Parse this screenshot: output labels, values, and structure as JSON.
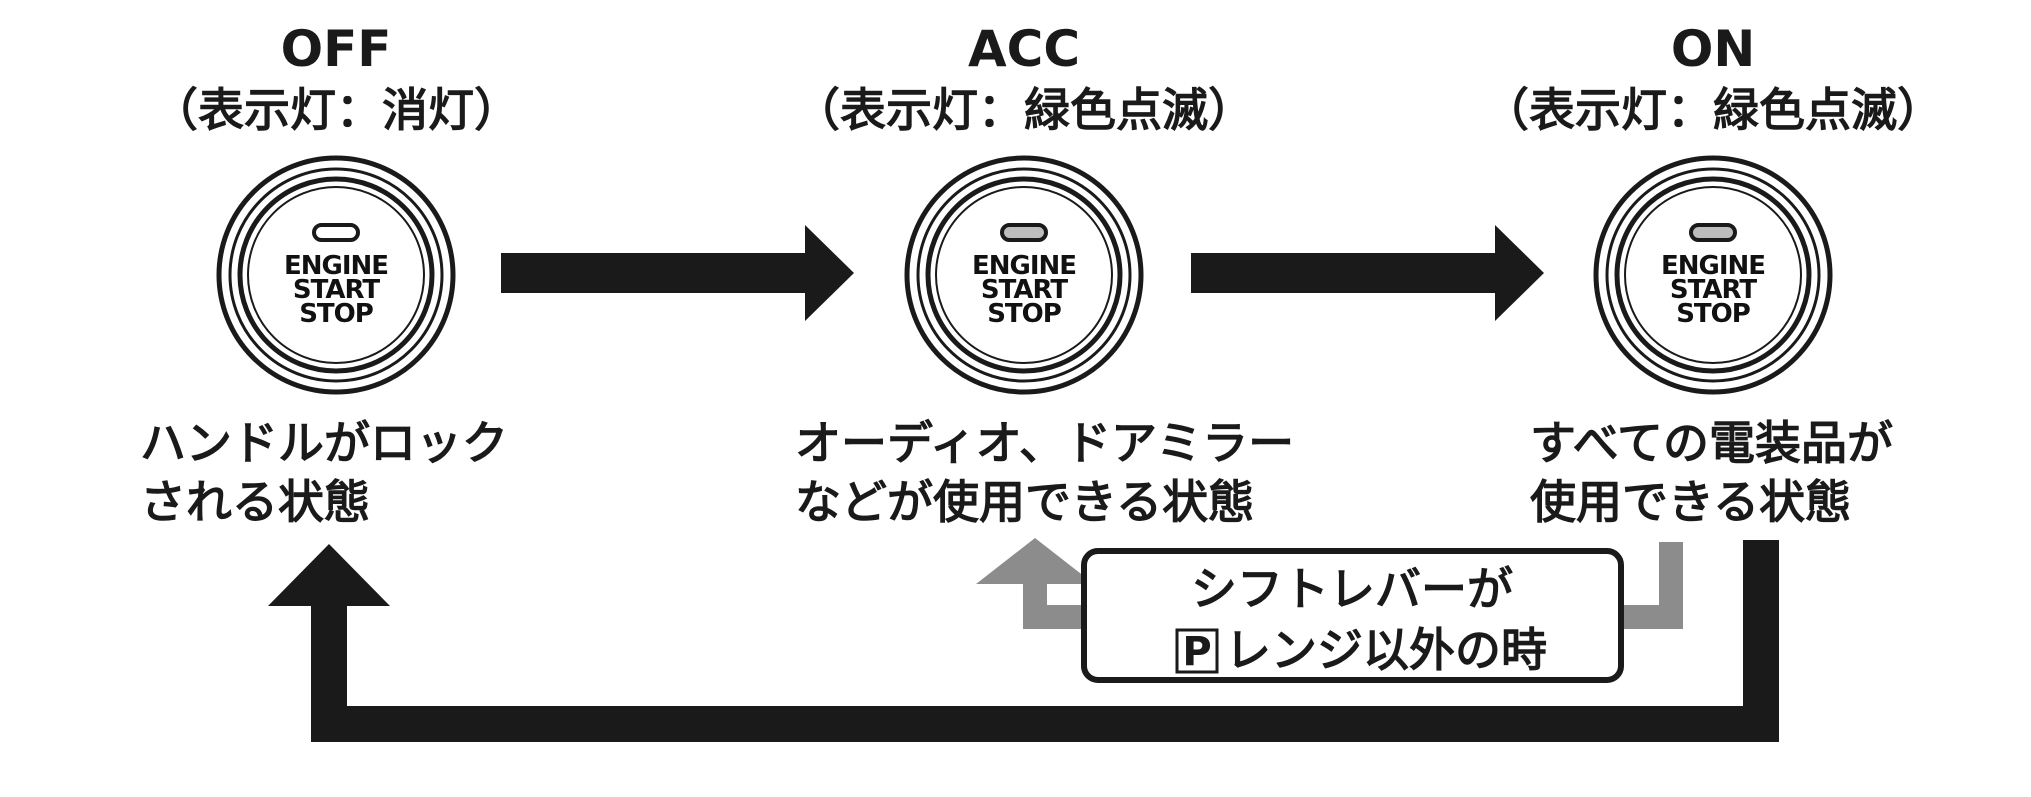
{
  "states": [
    {
      "title": "OFF",
      "indicator": "（表示灯：消灯）",
      "desc_line1": "ハンドルがロック",
      "desc_line2": "される状態",
      "lamp_color": "#ffffff"
    },
    {
      "title": "ACC",
      "indicator": "（表示灯：緑色点滅）",
      "desc_line1": "オーディオ、ドアミラー",
      "desc_line2": "などが使用できる状態",
      "lamp_color": "#bdbdbd"
    },
    {
      "title": "ON",
      "indicator": "（表示灯：緑色点滅）",
      "desc_line1": "すべての電装品が",
      "desc_line2": "使用できる状態",
      "lamp_color": "#bdbdbd"
    }
  ],
  "button_label": {
    "line1": "ENGINE",
    "line2": "START",
    "line3": "STOP"
  },
  "condition_box": {
    "line1": "シフトレバーが",
    "p_symbol": "P",
    "line2_rest": "レンジ以外の時"
  },
  "colors": {
    "arrow_dark": "#1a1a1a",
    "arrow_gray": "#8c8c8c",
    "lamp_lit": "#bdbdbd",
    "lamp_off": "#ffffff"
  }
}
